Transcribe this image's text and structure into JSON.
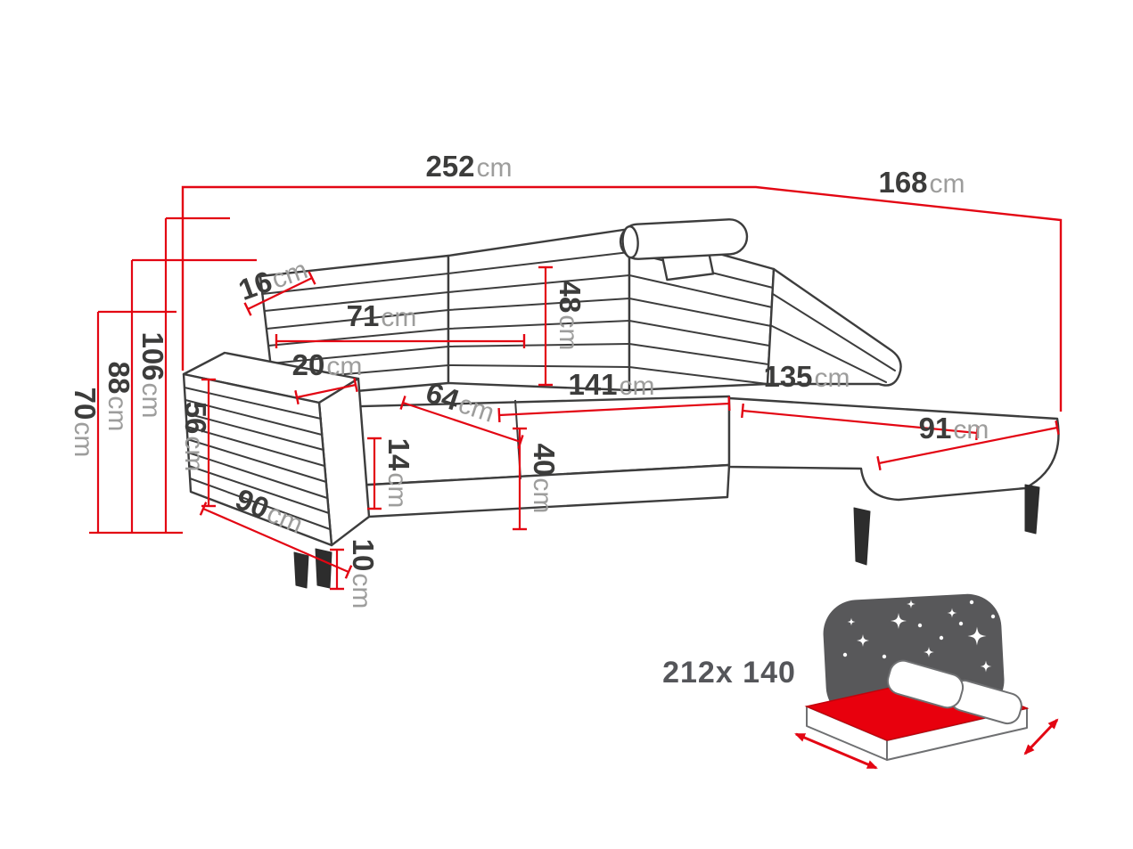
{
  "page": {
    "background": "#ffffff"
  },
  "colors": {
    "dimension_red": "#e30613",
    "outline_dark": "#3d3d3d",
    "number_color": "#3c3c3b",
    "unit_color": "#9d9d9c",
    "bed_backdrop_gray": "#58585a",
    "mattress_red": "#e8000d",
    "size_label_color": "#55565a"
  },
  "dimensions": {
    "d252": {
      "value": "252",
      "unit": "cm"
    },
    "d168": {
      "value": "168",
      "unit": "cm"
    },
    "d106": {
      "value": "106",
      "unit": "cm"
    },
    "d88": {
      "value": "88",
      "unit": "cm"
    },
    "d70": {
      "value": "70",
      "unit": "cm"
    },
    "d16": {
      "value": "16",
      "unit": "cm"
    },
    "d71": {
      "value": "71",
      "unit": "cm"
    },
    "d48": {
      "value": "48",
      "unit": "cm"
    },
    "d20": {
      "value": "20",
      "unit": "cm"
    },
    "d64": {
      "value": "64",
      "unit": "cm"
    },
    "d141": {
      "value": "141",
      "unit": "cm"
    },
    "d135": {
      "value": "135",
      "unit": "cm"
    },
    "d91": {
      "value": "91",
      "unit": "cm"
    },
    "d14": {
      "value": "14",
      "unit": "cm"
    },
    "d40": {
      "value": "40",
      "unit": "cm"
    },
    "d56": {
      "value": "56",
      "unit": "cm"
    },
    "d90": {
      "value": "90",
      "unit": "cm"
    },
    "d10": {
      "value": "10",
      "unit": "cm"
    }
  },
  "sleeping_area": {
    "size_label": "212x 140"
  }
}
